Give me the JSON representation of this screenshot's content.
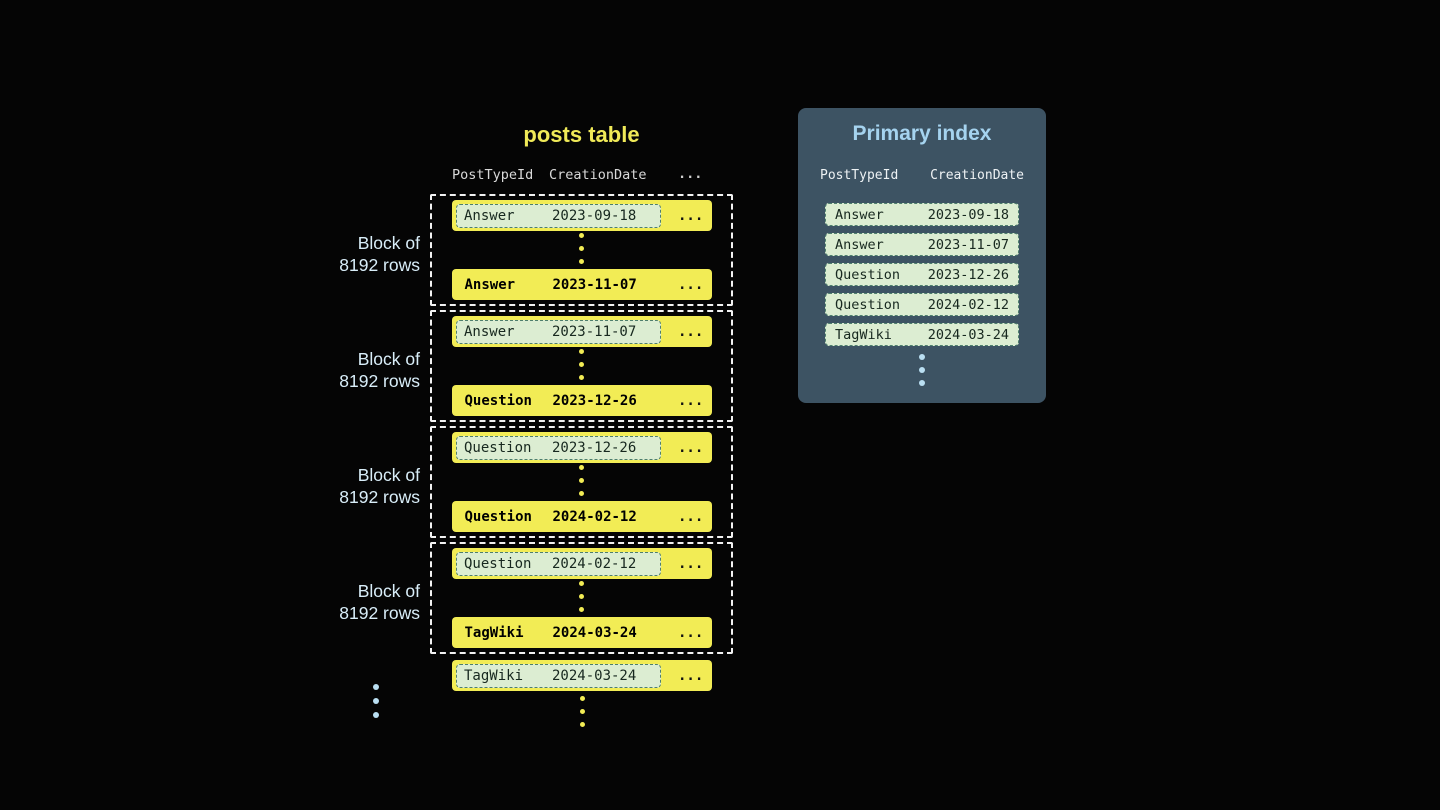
{
  "posts_table": {
    "title": "posts table",
    "columns": [
      "PostTypeId",
      "CreationDate"
    ],
    "ellipsis": "...",
    "blocks": [
      {
        "label_line1": "Block of",
        "label_line2": "8192 rows",
        "first": {
          "type": "Answer",
          "date": "2023-09-18"
        },
        "last": {
          "type": "Answer",
          "date": "2023-11-07"
        }
      },
      {
        "label_line1": "Block of",
        "label_line2": "8192 rows",
        "first": {
          "type": "Answer",
          "date": "2023-11-07"
        },
        "last": {
          "type": "Question",
          "date": "2023-12-26"
        }
      },
      {
        "label_line1": "Block of",
        "label_line2": "8192 rows",
        "first": {
          "type": "Question",
          "date": "2023-12-26"
        },
        "last": {
          "type": "Question",
          "date": "2024-02-12"
        }
      },
      {
        "label_line1": "Block of",
        "label_line2": "8192 rows",
        "first": {
          "type": "Question",
          "date": "2024-02-12"
        },
        "last": {
          "type": "TagWiki",
          "date": "2024-03-24"
        }
      }
    ],
    "overflow_row": {
      "type": "TagWiki",
      "date": "2024-03-24"
    }
  },
  "primary_index": {
    "title": "Primary index",
    "columns": [
      "PostTypeId",
      "CreationDate"
    ],
    "rows": [
      {
        "type": "Answer",
        "date": "2023-09-18"
      },
      {
        "type": "Answer",
        "date": "2023-11-07"
      },
      {
        "type": "Question",
        "date": "2023-12-26"
      },
      {
        "type": "Question",
        "date": "2024-02-12"
      },
      {
        "type": "TagWiki",
        "date": "2024-03-24"
      }
    ]
  },
  "colors": {
    "background": "#050505",
    "row_yellow": "#f2ec55",
    "title_yellow": "#f0ea58",
    "highlight_mint": "#dcedd2",
    "highlight_border": "#4e7f6e",
    "panel_bg": "#3d5363",
    "panel_title_blue": "#a5d3ef",
    "label_blue": "#d9eef9",
    "dot_blue": "#badff2",
    "block_border": "#f2f2f2"
  }
}
